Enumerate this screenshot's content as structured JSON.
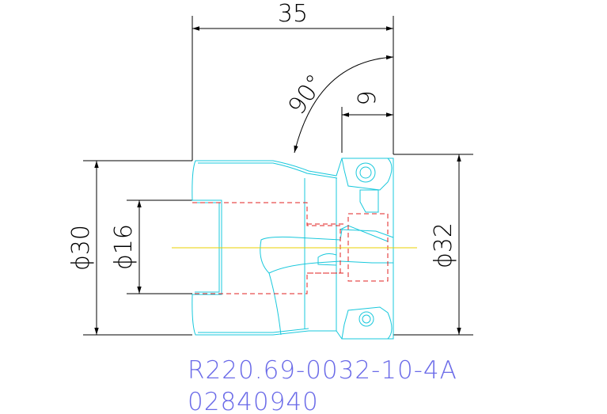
{
  "dimensions": {
    "length_total": "35",
    "angle": "90°",
    "insert_width": "9",
    "diameter_left": "ϕ30",
    "diameter_hole": "ϕ16",
    "diameter_right": "ϕ32"
  },
  "part_label": {
    "code": "R220.69-0032-10-4A",
    "number": "02840940"
  },
  "colors": {
    "outline": "#19c8dc",
    "hidden_lines": "#e02020",
    "centerline": "#e8d000",
    "label": "#6a6ae8",
    "dimensions": "#000000"
  }
}
